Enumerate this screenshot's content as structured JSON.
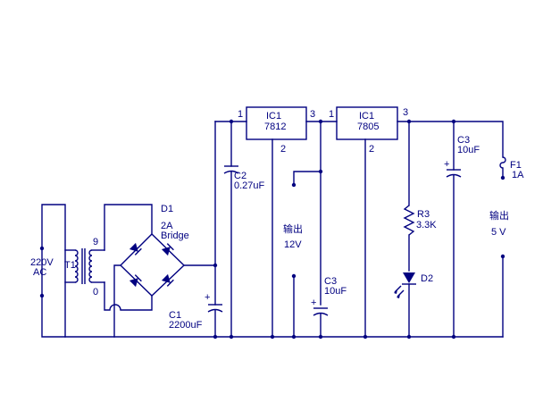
{
  "diagram": {
    "colors": {
      "ink": "#000080",
      "background": "#ffffff"
    },
    "labels": {
      "input": "220V",
      "input_ac": "AC",
      "transformer": "T1",
      "tap_top": "9",
      "tap_bottom": "0",
      "bridge_ref": "D1",
      "bridge_rating": "2A",
      "bridge_type": "Bridge",
      "c1_ref": "C1",
      "c1_value": "2200uF",
      "c2_ref": "C2",
      "c2_value": "0.27uF",
      "ic1_ref": "IC1",
      "ic1_part": "7812",
      "ic2_ref": "IC1",
      "ic2_part": "7805",
      "pin_1a": "1",
      "pin_3a": "3",
      "pin_2a": "2",
      "pin_1b": "1",
      "pin_3b": "3",
      "pin_2b": "2",
      "out12_title": "输出",
      "out12_value": "12V",
      "c3a_ref": "C3",
      "c3a_value": "10uF",
      "c3b_ref": "C3",
      "c3b_value": "10uF",
      "r3_ref": "R3",
      "r3_value": "3.3K",
      "d2_ref": "D2",
      "f1_ref": "F1",
      "f1_value": "1A",
      "out5_title": "输出",
      "out5_value": "5 V"
    }
  }
}
